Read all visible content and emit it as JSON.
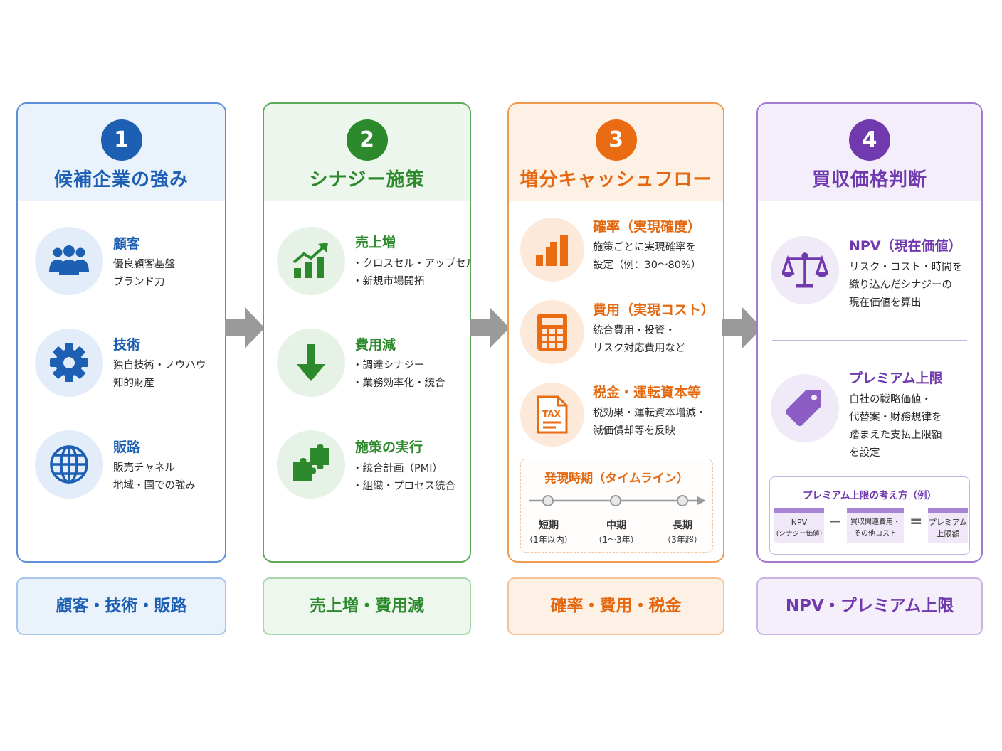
{
  "columns": [
    {
      "number": "1",
      "title": "候補企業の強み",
      "items": [
        {
          "title": "顧客",
          "lines": [
            "優良顧客基盤",
            "ブランド力"
          ]
        },
        {
          "title": "技術",
          "lines": [
            "独自技術・ノウハウ",
            "知的財産"
          ]
        },
        {
          "title": "販路",
          "lines": [
            "販売チャネル",
            "地域・国での強み"
          ]
        }
      ],
      "footer": "顧客・技術・販路"
    },
    {
      "number": "2",
      "title": "シナジー施策",
      "items": [
        {
          "title": "売上増",
          "lines": [
            "・クロスセル・アップセル",
            "・新規市場開拓"
          ]
        },
        {
          "title": "費用減",
          "lines": [
            "・調達シナジー",
            "・業務効率化・統合"
          ]
        },
        {
          "title": "施策の実行",
          "lines": [
            "・統合計画（PMI）",
            "・組織・プロセス統合"
          ]
        }
      ],
      "footer": "売上増・費用減"
    },
    {
      "number": "3",
      "title": "増分キャッシュフロー",
      "items": [
        {
          "title": "確率（実現確度）",
          "lines": [
            "施策ごとに実現確率を",
            "設定（例：30〜80%）"
          ]
        },
        {
          "title": "費用（実現コスト）",
          "lines": [
            "統合費用・投資・",
            "リスク対応費用など"
          ]
        },
        {
          "title": "税金・運転資本等",
          "lines": [
            "税効果・運転資本増減・",
            "減価償却等を反映"
          ]
        }
      ],
      "timeline": {
        "title": "発現時期（タイムライン）",
        "points": [
          {
            "label": "短期",
            "sub": "（1年以内）"
          },
          {
            "label": "中期",
            "sub": "（1〜3年）"
          },
          {
            "label": "長期",
            "sub": "（3年超）"
          }
        ]
      },
      "tax_icon_text": "TAX",
      "footer": "確率・費用・税金"
    },
    {
      "number": "4",
      "title": "買収価格判断",
      "items": [
        {
          "title": "NPV（現在価値）",
          "lines": [
            "リスク・コスト・時間を",
            "織り込んだシナジーの",
            "現在価値を算出"
          ]
        },
        {
          "title": "プレミアム上限",
          "lines": [
            "自社の戦略価値・",
            "代替案・財務規律を",
            "踏まえた支払上限額",
            "を設定"
          ]
        }
      ],
      "formula": {
        "title": "プレミアム上限の考え方（例）",
        "box1": [
          "NPV",
          "(シナジー価値)"
        ],
        "op1": "−",
        "box2": [
          "買収関連費用・",
          "その他コスト"
        ],
        "op2": "=",
        "box3": [
          "プレミアム",
          "上限額"
        ]
      },
      "footer": "NPV・プレミアム上限"
    }
  ],
  "colors": {
    "blue": "#1c5fb3",
    "green": "#2c8a2c",
    "orange": "#ea6c12",
    "purple": "#7039ad",
    "arrow": "#9a9a9a"
  }
}
